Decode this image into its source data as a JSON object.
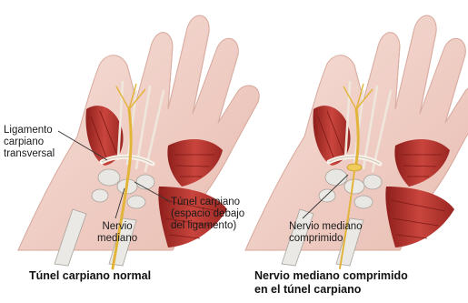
{
  "left_panel": {
    "caption": "Túnel carpiano normal",
    "labels": {
      "ligament": [
        "Ligamento",
        "carpiano",
        "transversal"
      ],
      "nerve": [
        "Nervio",
        "mediano"
      ],
      "tunnel": [
        "Túnel carpiano",
        "(espacio debajo",
        "del ligamento)"
      ]
    }
  },
  "right_panel": {
    "caption": [
      "Nervio mediano comprimido",
      "en el túnel carpiano"
    ],
    "labels": {
      "compressed_nerve": [
        "Nervio mediano",
        "comprimido"
      ]
    }
  },
  "colors": {
    "skin": "#f3d6cf",
    "skin_shadow": "#e2b3a8",
    "muscle": "#b9312c",
    "tendon": "#efe6dc",
    "nerve": "#e2b43a",
    "bone": "#e9e7e3",
    "leader_line": "#333333"
  }
}
